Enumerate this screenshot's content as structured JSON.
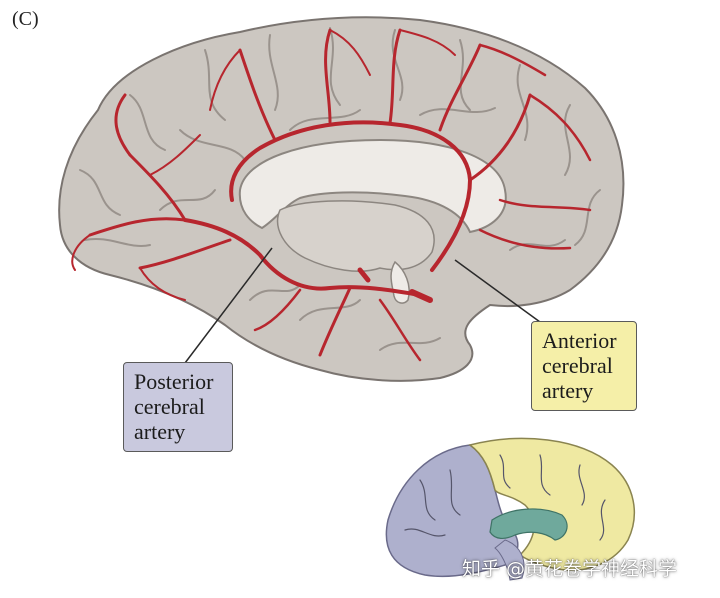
{
  "panel_label": "(C)",
  "labels": {
    "posterior": [
      "Posterior",
      "cerebral",
      "artery"
    ],
    "anterior": [
      "Anterior",
      "cerebral",
      "artery"
    ]
  },
  "watermark": "知乎 @黄花卷学神经科学",
  "colors": {
    "artery": "#b7262e",
    "cortex": "#ccc7c1",
    "posterior_territory": "#aeb0cd",
    "anterior_territory": "#efe9a2",
    "middle_territory": "#6fa99c",
    "posterior_callout": "#c9c9de",
    "anterior_callout": "#f5efa8"
  }
}
